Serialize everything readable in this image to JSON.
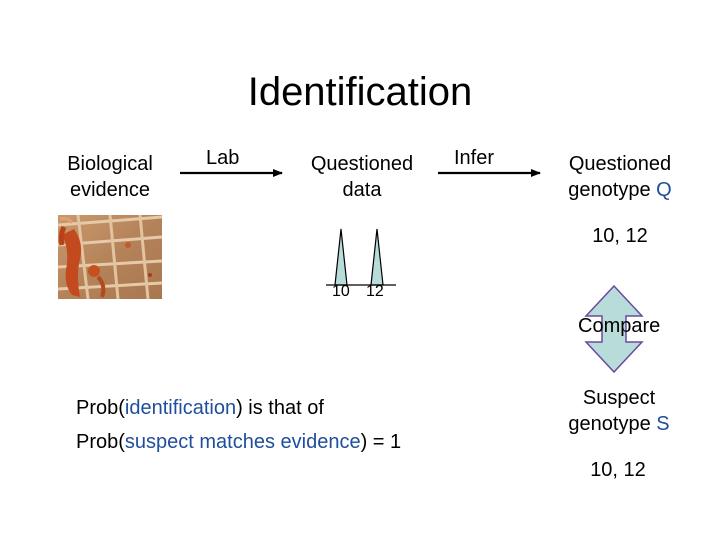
{
  "title": "Identification",
  "nodes": {
    "bio_line1": "Biological",
    "bio_line2": "evidence",
    "qdata_line1": "Questioned",
    "qdata_line2": "data",
    "qgeno_line1": "Questioned",
    "qgeno_line2_prefix": "genotype",
    "qgeno_letter": "Q",
    "qgeno_values": "10, 12",
    "suspect_line1": "Suspect",
    "suspect_line2_prefix": "genotype",
    "suspect_letter": "S",
    "suspect_values": "10, 12"
  },
  "edges": {
    "lab_label": "Lab",
    "infer_label": "Infer",
    "compare_label": "Compare"
  },
  "peaks": {
    "label_left": "10",
    "label_right": "12"
  },
  "statement": {
    "line1_prefix": "Prob(",
    "line1_highlight": "identification",
    "line1_suffix": ") is that of",
    "line2_prefix": "Prob(",
    "line2_highlight": "suspect matches evidence",
    "line2_suffix": ") = 1"
  },
  "colors": {
    "highlight": "#1f4e9c",
    "peak_fill": "#b8dcda",
    "compare_arrow_fill": "#b8dcda",
    "compare_arrow_stroke": "#6a4aa0",
    "photo_base": "#b9875d"
  }
}
